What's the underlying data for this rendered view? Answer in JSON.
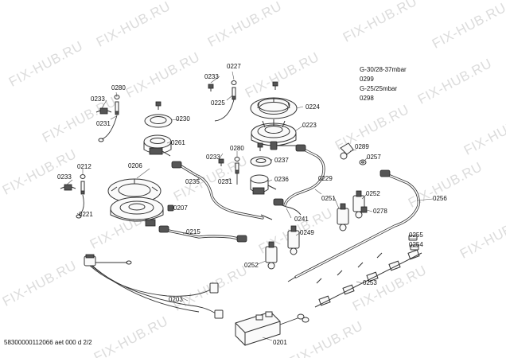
{
  "watermark": {
    "text": "FIX-HUB.RU",
    "color": "#dcdcdc"
  },
  "gas_specs": [
    "G-30/28-37mbar",
    "0299",
    "G-25/25mbar",
    "0298"
  ],
  "part_labels": {
    "p0201": "0201",
    "p0203": "0203",
    "p0206": "0206",
    "p0207": "0207",
    "p0212": "0212",
    "p0215": "0215",
    "p0221": "0221",
    "p0223": "0223",
    "p0224": "0224",
    "p0225": "0225",
    "p0227": "0227",
    "p0229": "0229",
    "p0230": "0230",
    "p0231a": "0231",
    "p0231b": "0231",
    "p0233a": "0233",
    "p0233b": "0233",
    "p0233c": "0233",
    "p0233d": "0233",
    "p0235": "0235",
    "p0236": "0236",
    "p0237": "0237",
    "p0241": "0241",
    "p0249": "0249",
    "p0251": "0251",
    "p0252a": "0252",
    "p0252b": "0252",
    "p0253": "0253",
    "p0254": "0254",
    "p0255": "0255",
    "p0256": "0256",
    "p0257": "0257",
    "p0261": "0261",
    "p0278": "0278",
    "p0280a": "0280",
    "p0280b": "0280",
    "p0289": "0289"
  },
  "footer": "58300000112066 aet 000 d 2/2"
}
